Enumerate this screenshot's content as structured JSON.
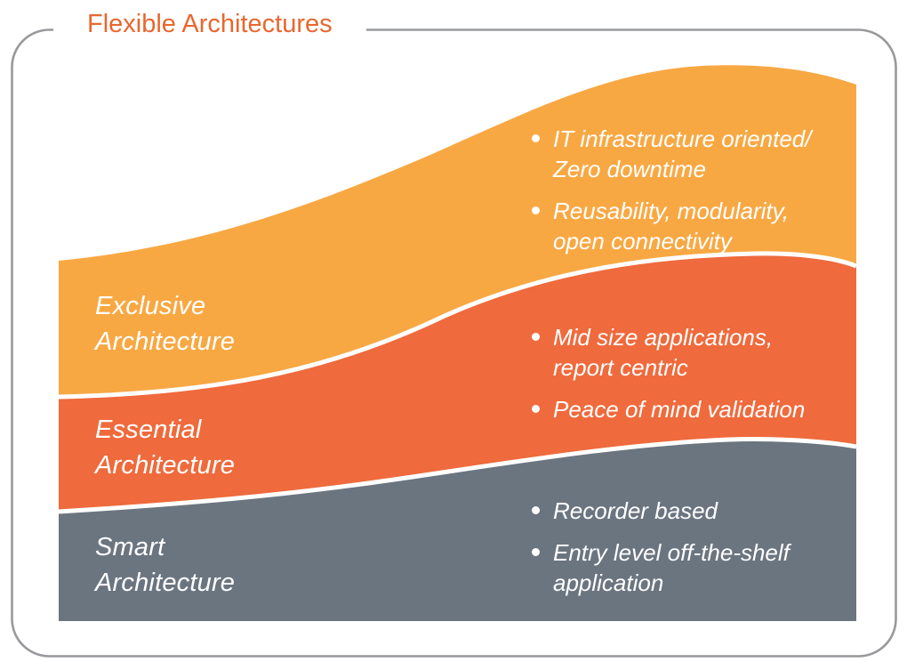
{
  "title": "Flexible Architectures",
  "colors": {
    "title": "#E8672F",
    "border": "#97999C",
    "band_exclusive": "#F8A843",
    "band_essential": "#EF6A3C",
    "band_smart": "#6B7580",
    "text": "#FFFFFF"
  },
  "bands": [
    {
      "label": "Exclusive Architecture",
      "label_lines": [
        "Exclusive",
        "Architecture"
      ],
      "color": "#F8A843",
      "bullets": [
        [
          "IT infrastructure oriented/",
          "Zero downtime"
        ],
        [
          "Reusability, modularity,",
          "open connectivity"
        ]
      ]
    },
    {
      "label": "Essential Architecture",
      "label_lines": [
        "Essential",
        "Architecture"
      ],
      "color": "#EF6A3C",
      "bullets": [
        [
          "Mid size applications,",
          "report centric"
        ],
        [
          "Peace of mind validation"
        ]
      ]
    },
    {
      "label": "Smart Architecture",
      "label_lines": [
        "Smart",
        "Architecture"
      ],
      "color": "#6B7580",
      "bullets": [
        [
          "Recorder based"
        ],
        [
          "Entry level off-the-shelf",
          "application"
        ]
      ]
    }
  ]
}
